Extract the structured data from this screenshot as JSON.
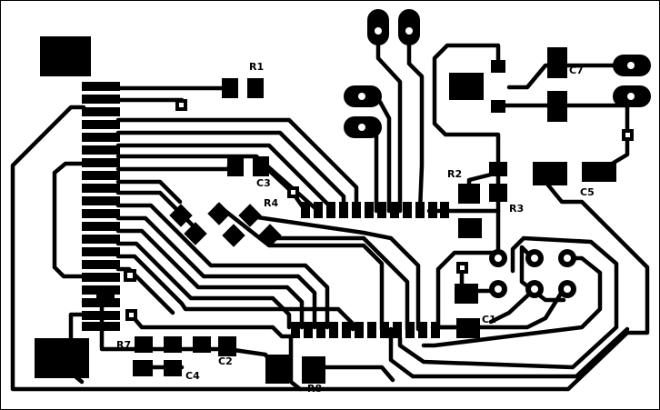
{
  "labels": {
    "R1": "R1",
    "R2": "R2",
    "R3": "R3",
    "R4": "R4",
    "R7": "R7",
    "R8": "R8",
    "C1": "C1",
    "C2": "C2",
    "C3": "C3",
    "C4": "C4",
    "C5": "C5",
    "C7": "C7"
  },
  "colors": {
    "copper": "#000000",
    "background": "#ffffff",
    "drill": "#ffffff"
  }
}
